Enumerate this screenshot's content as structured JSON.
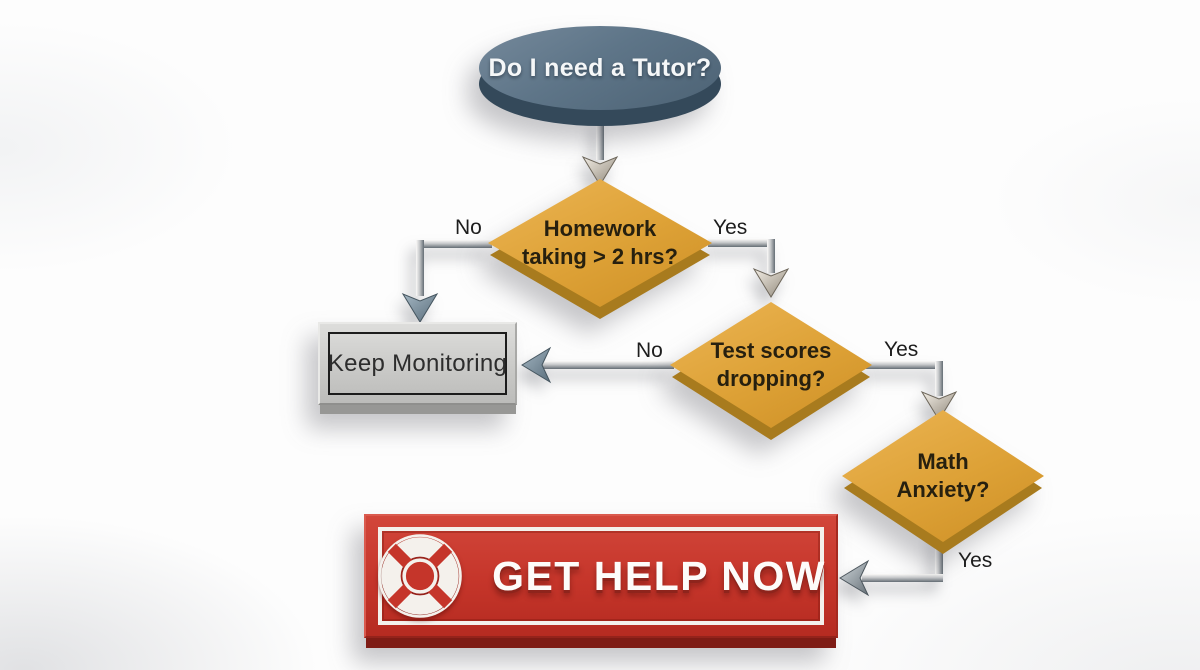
{
  "diagram": {
    "title": "Do I need a Tutor?",
    "background_color": "#fdfdfd",
    "nodes": {
      "start": {
        "type": "start",
        "shape": "ellipse",
        "label": "Do I need a Tutor?",
        "color": "#5e7588",
        "text_color": "#f5f7f8"
      },
      "homework": {
        "type": "decision",
        "shape": "diamond",
        "line1": "Homework",
        "line2": "taking > 2 hrs?",
        "color": "#dda136",
        "text_color": "#27200f"
      },
      "scores": {
        "type": "decision",
        "shape": "diamond",
        "line1": "Test scores",
        "line2": "dropping?",
        "color": "#dda136",
        "text_color": "#27200f"
      },
      "anxiety": {
        "type": "decision",
        "shape": "diamond",
        "line1": "Math",
        "line2": "Anxiety?",
        "color": "#dda136",
        "text_color": "#27200f"
      },
      "monitor": {
        "type": "terminal",
        "shape": "rectangle",
        "label": "Keep Monitoring",
        "color": "#c8c8c6",
        "text_color": "#2d2d2d"
      },
      "help": {
        "type": "action",
        "shape": "button",
        "label": "GET HELP NOW",
        "icon": "lifebuoy-icon",
        "color": "#c5352a",
        "text_color": "#fdfcfa"
      }
    },
    "edges": [
      {
        "from": "start",
        "to": "homework",
        "label": ""
      },
      {
        "from": "homework",
        "to": "monitor",
        "label": "No"
      },
      {
        "from": "homework",
        "to": "scores",
        "label": "Yes"
      },
      {
        "from": "scores",
        "to": "monitor",
        "label": "No"
      },
      {
        "from": "scores",
        "to": "anxiety",
        "label": "Yes"
      },
      {
        "from": "anxiety",
        "to": "help",
        "label": "Yes"
      }
    ],
    "edge_labels": {
      "homework_no": "No",
      "homework_yes": "Yes",
      "scores_no": "No",
      "scores_yes": "Yes",
      "anxiety_yes": "Yes"
    }
  }
}
